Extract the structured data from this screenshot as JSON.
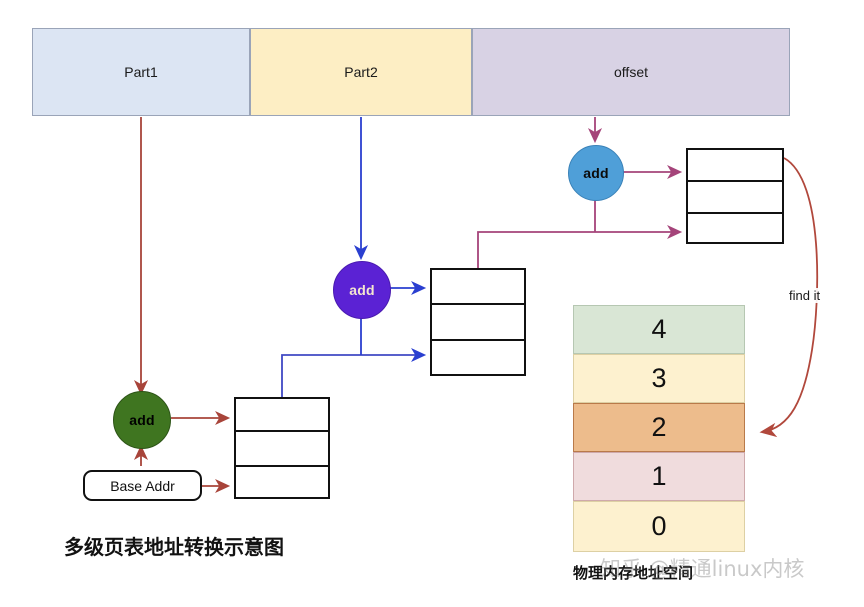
{
  "diagram": {
    "title": "多级页表地址转换示意图",
    "memory_caption": "物理内存地址空间",
    "watermark": "知乎 @精通linux内核"
  },
  "address_bar": {
    "segments": [
      {
        "label": "Part1",
        "color": "#dce5f3"
      },
      {
        "label": "Part2",
        "color": "#fdeec4"
      },
      {
        "label": "offset",
        "color": "#d8d2e4"
      }
    ]
  },
  "nodes": {
    "add_level1": {
      "label": "add",
      "color": "#3f7520"
    },
    "add_level2": {
      "label": "add",
      "color": "#5b22d4"
    },
    "add_level3": {
      "label": "add",
      "color": "#4f9fd8"
    },
    "base_addr": {
      "label": "Base Addr"
    }
  },
  "tables": {
    "level1": {
      "rows": [
        "",
        "",
        ""
      ]
    },
    "level2": {
      "rows": [
        "",
        "",
        ""
      ]
    },
    "level3": {
      "rows": [
        "",
        "",
        ""
      ]
    }
  },
  "memory": {
    "rows": [
      {
        "label": "4",
        "color": "#d9e6d5"
      },
      {
        "label": "3",
        "color": "#fdf1cf"
      },
      {
        "label": "2",
        "color": "#edbc8c"
      },
      {
        "label": "1",
        "color": "#f0dcdd"
      },
      {
        "label": "0",
        "color": "#fdf1cf"
      }
    ]
  },
  "annotations": {
    "find_it": "find it"
  },
  "colors": {
    "arrow_red": "#a8443a",
    "arrow_blue": "#2a3fd0",
    "arrow_magenta": "#a5447a",
    "curve_red": "#b1483c"
  }
}
